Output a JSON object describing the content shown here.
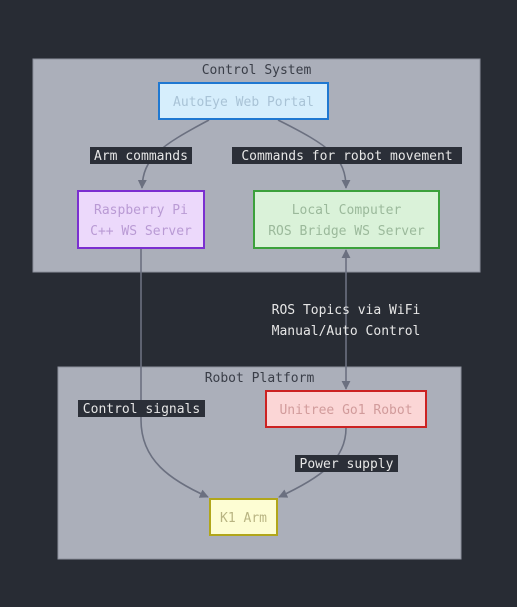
{
  "clusters": {
    "control": {
      "label": "Control System"
    },
    "robot": {
      "label": "Robot Platform"
    }
  },
  "nodes": {
    "portal": {
      "line1": "AutoEye Web Portal",
      "fill": "#d6eefc",
      "stroke": "#1f78d1",
      "text": "#a9c3d6"
    },
    "pi": {
      "line1": "Raspberry Pi",
      "line2": "C++ WS Server",
      "fill": "#ecd9fb",
      "stroke": "#7b2fd0",
      "text": "#b99ad4"
    },
    "local": {
      "line1": "Local Computer",
      "line2": "ROS Bridge WS Server",
      "fill": "#daf2d9",
      "stroke": "#3ca13c",
      "text": "#9bb99b"
    },
    "go1": {
      "line1": "Unitree Go1 Robot",
      "fill": "#fbd6d6",
      "stroke": "#cc2222",
      "text": "#d19b9b"
    },
    "arm": {
      "line1": "K1 Arm",
      "fill": "#fdfdd3",
      "stroke": "#b1a61a",
      "text": "#b8b482"
    }
  },
  "edges": {
    "arm_commands": {
      "label": "Arm commands"
    },
    "robot_movement": {
      "label": "Commands for robot movement"
    },
    "ros_topics": {
      "line1": "ROS Topics via WiFi",
      "line2": "Manual/Auto Control"
    },
    "control_signals": {
      "label": "Control signals"
    },
    "power_supply": {
      "label": "Power supply"
    }
  },
  "colors": {
    "background": "#282c34",
    "cluster_fill": "#abafba",
    "cluster_stroke": "#8d919c",
    "edge": "#6b7080",
    "label_bg": "#2b2f38",
    "label_text": "#e6e6e6",
    "cluster_text": "#3a3e48",
    "plain_label_text": "#e6e6e6"
  }
}
